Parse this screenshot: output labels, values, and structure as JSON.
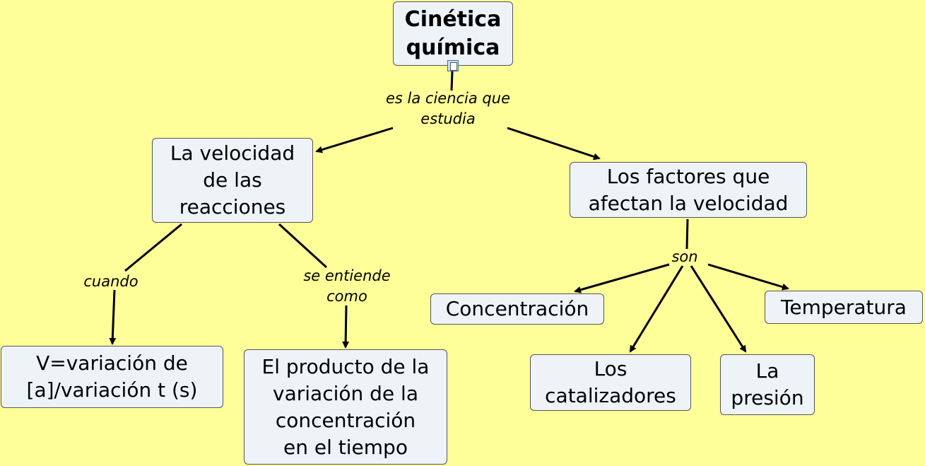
{
  "concept_map": {
    "nodes": {
      "root": "Cinética\nquímica",
      "velocidad": "La velocidad\nde las\nreacciones",
      "factores": "Los factores que\nafectan la velocidad",
      "formula": "V=variación de\n[a]/variación t (s)",
      "producto": "El producto de la\nvariación de la\nconcentración\nen el tiempo",
      "concentracion": "Concentración",
      "catalizadores": "Los\ncatalizadores",
      "presion": "La\npresión",
      "temperatura": "Temperatura"
    },
    "links": {
      "ciencia": "es la ciencia que\nestudia",
      "cuando": "cuando",
      "entiende": "se entiende\ncomo",
      "son": "son"
    },
    "attachment_icon": "document-icon"
  },
  "colors": {
    "background": "#ffff99",
    "node_fill": "#eef3f8",
    "node_border": "#555555",
    "edge": "#000000"
  }
}
